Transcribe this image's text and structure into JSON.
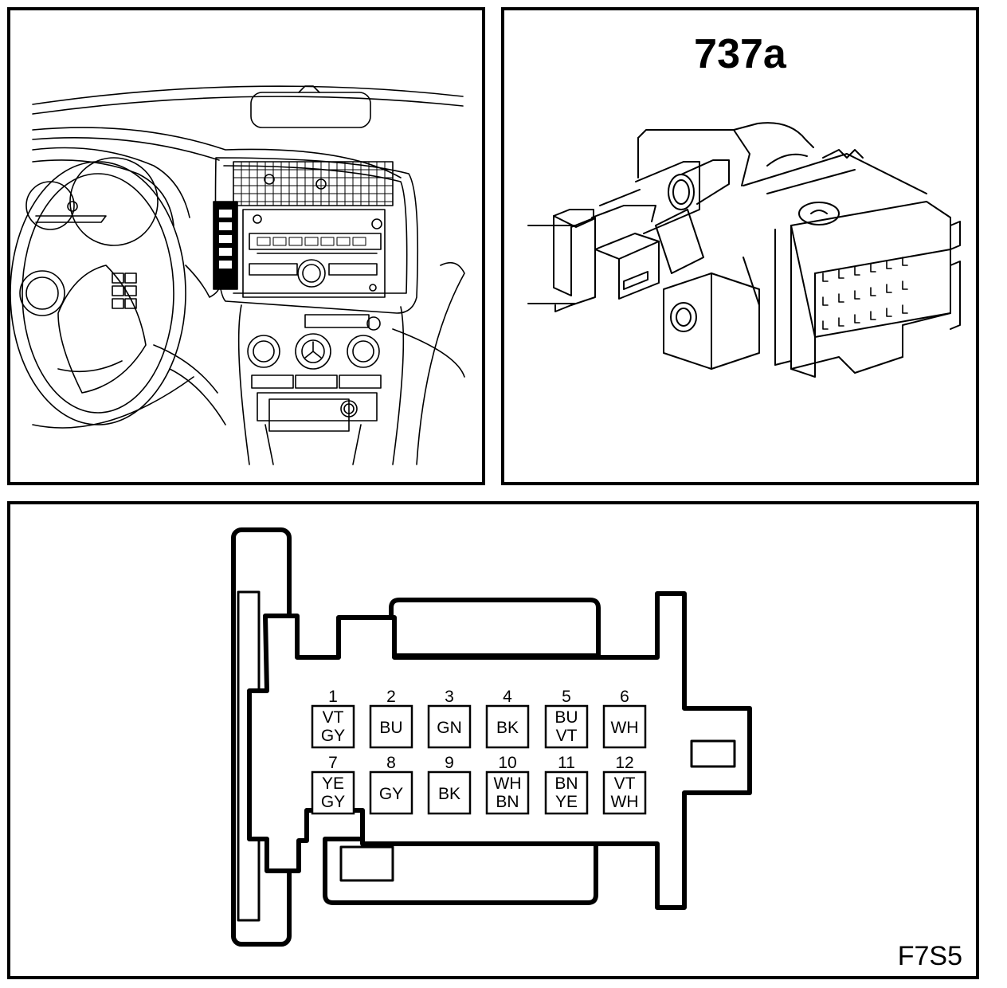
{
  "connector": {
    "id": "737a",
    "figure_code": "F7S5"
  },
  "pins": [
    {
      "number": "1",
      "colors": [
        "VT",
        "GY"
      ]
    },
    {
      "number": "2",
      "colors": [
        "BU"
      ]
    },
    {
      "number": "3",
      "colors": [
        "GN"
      ]
    },
    {
      "number": "4",
      "colors": [
        "BK"
      ]
    },
    {
      "number": "5",
      "colors": [
        "BU",
        "VT"
      ]
    },
    {
      "number": "6",
      "colors": [
        "WH"
      ]
    },
    {
      "number": "7",
      "colors": [
        "YE",
        "GY"
      ]
    },
    {
      "number": "8",
      "colors": [
        "GY"
      ]
    },
    {
      "number": "9",
      "colors": [
        "BK"
      ]
    },
    {
      "number": "10",
      "colors": [
        "WH",
        "BN"
      ]
    },
    {
      "number": "11",
      "colors": [
        "BN",
        "YE"
      ]
    },
    {
      "number": "12",
      "colors": [
        "VT",
        "WH"
      ]
    }
  ],
  "colors": {
    "line": "#000000",
    "background": "#ffffff"
  }
}
